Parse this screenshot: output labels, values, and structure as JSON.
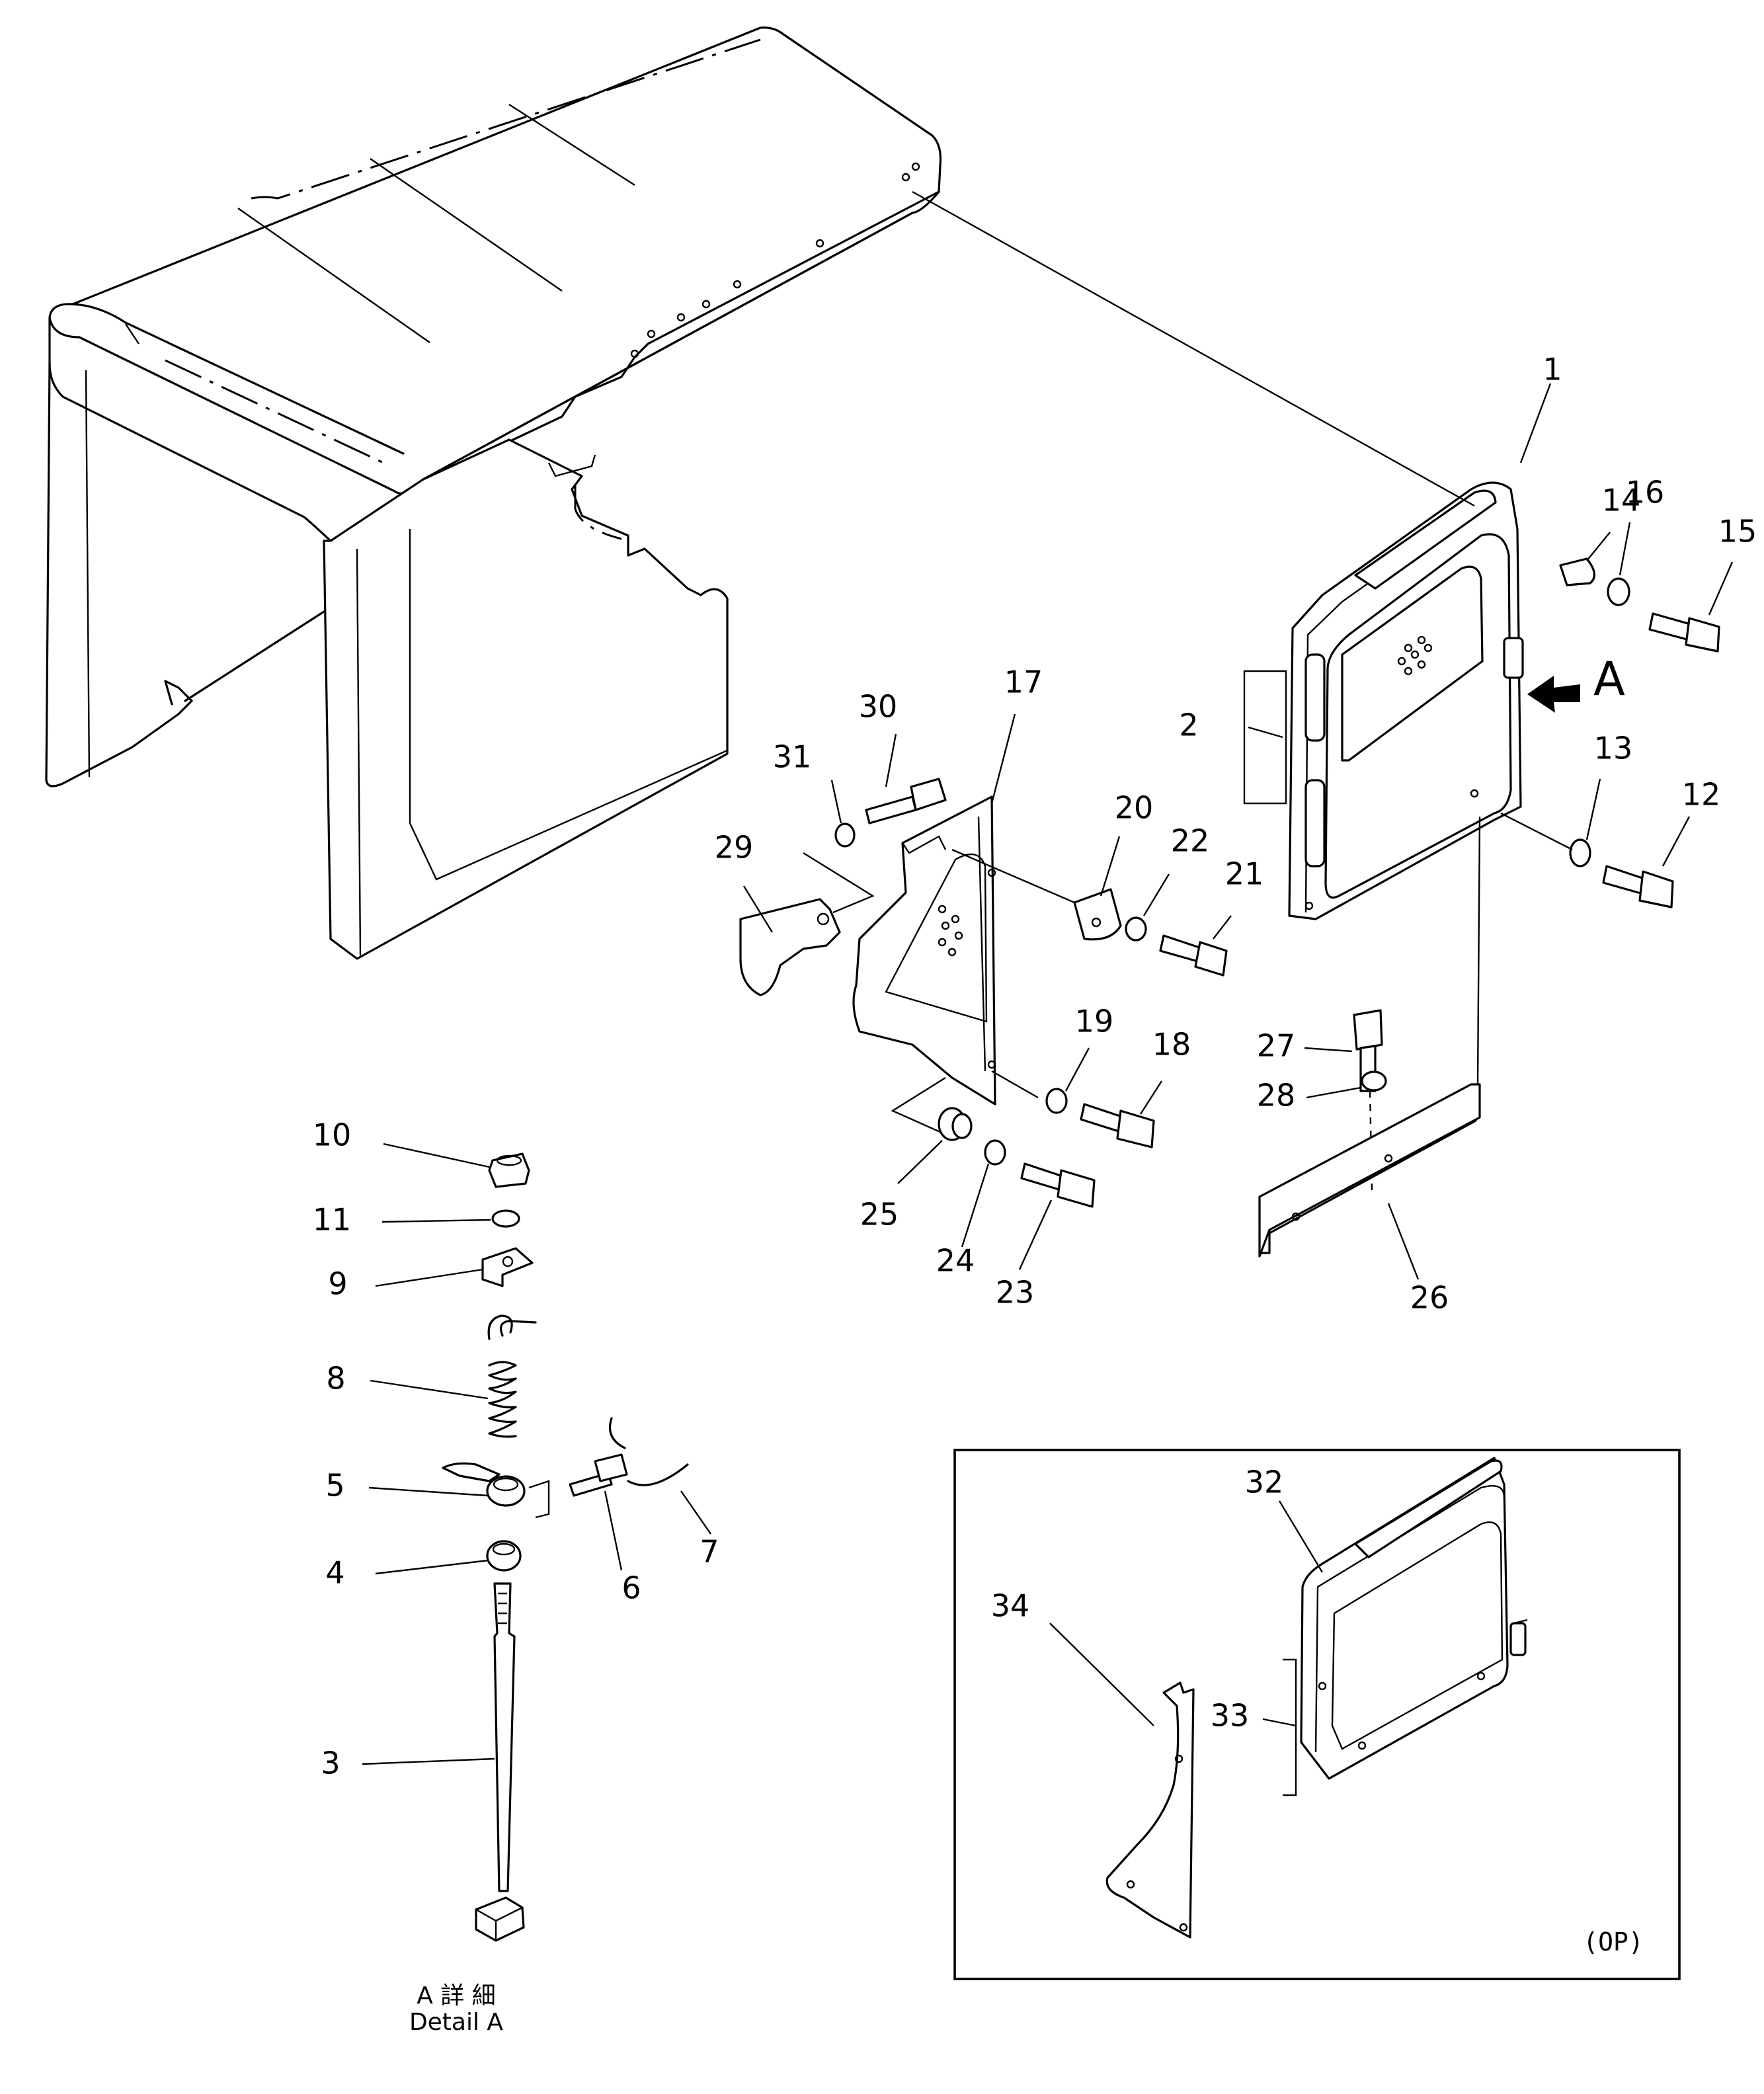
{
  "diagram": {
    "part_numbers": [
      "1",
      "2",
      "3",
      "4",
      "5",
      "6",
      "7",
      "8",
      "9",
      "10",
      "11",
      "12",
      "13",
      "14",
      "15",
      "16",
      "17",
      "18",
      "19",
      "20",
      "21",
      "22",
      "23",
      "24",
      "25",
      "26",
      "27",
      "28",
      "29",
      "30",
      "31",
      "32",
      "33",
      "34"
    ],
    "view_marker": "A",
    "detail_caption_jp": "A 詳 細",
    "detail_caption_en": "Detail A",
    "option_label": "(OP)"
  }
}
